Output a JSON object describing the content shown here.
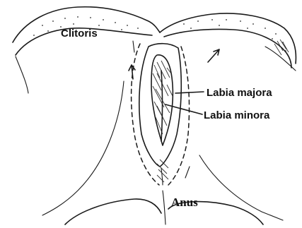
{
  "diagram": {
    "labels": {
      "clitoris": "Clitoris",
      "labia_majora": "Labia majora",
      "labia_minora": "Labia minora",
      "anus": "Anus"
    },
    "colors": {
      "ink": "#1a1a1a",
      "background": "#ffffff"
    }
  }
}
